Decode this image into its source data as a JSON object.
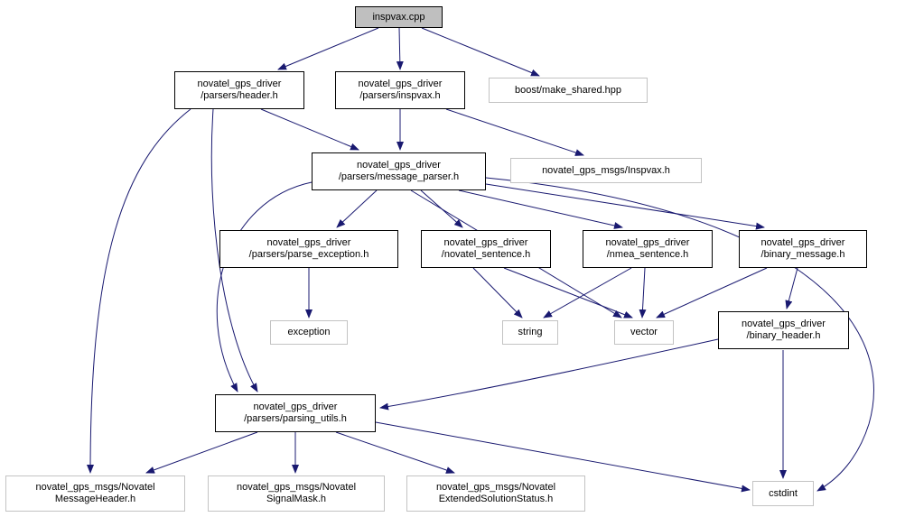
{
  "diagram": {
    "type": "include-dependency-graph",
    "root_file": "inspvax.cpp",
    "colors": {
      "edge": "#191970",
      "root_fill": "#bfbfbf",
      "internal_border": "#000000",
      "external_border": "#c3c3c3",
      "background": "#ffffff"
    },
    "nodes": [
      {
        "id": "inspvax-cpp",
        "kind": "root",
        "lines": [
          "inspvax.cpp"
        ]
      },
      {
        "id": "parsers-header-h",
        "kind": "internal",
        "lines": [
          "novatel_gps_driver",
          "/parsers/header.h"
        ]
      },
      {
        "id": "parsers-inspvax-h",
        "kind": "internal",
        "lines": [
          "novatel_gps_driver",
          "/parsers/inspvax.h"
        ]
      },
      {
        "id": "boost-make-shared-hpp",
        "kind": "external",
        "lines": [
          "boost/make_shared.hpp"
        ]
      },
      {
        "id": "parsers-message-parser-h",
        "kind": "internal",
        "lines": [
          "novatel_gps_driver",
          "/parsers/message_parser.h"
        ]
      },
      {
        "id": "novatel-gps-msgs-inspvax-h",
        "kind": "external",
        "lines": [
          "novatel_gps_msgs/Inspvax.h"
        ]
      },
      {
        "id": "parsers-parse-exception-h",
        "kind": "internal",
        "lines": [
          "novatel_gps_driver",
          "/parsers/parse_exception.h"
        ]
      },
      {
        "id": "novatel-sentence-h",
        "kind": "internal",
        "lines": [
          "novatel_gps_driver",
          "/novatel_sentence.h"
        ]
      },
      {
        "id": "nmea-sentence-h",
        "kind": "internal",
        "lines": [
          "novatel_gps_driver",
          "/nmea_sentence.h"
        ]
      },
      {
        "id": "binary-message-h",
        "kind": "internal",
        "lines": [
          "novatel_gps_driver",
          "/binary_message.h"
        ]
      },
      {
        "id": "exception",
        "kind": "external",
        "lines": [
          "exception"
        ]
      },
      {
        "id": "string",
        "kind": "external",
        "lines": [
          "string"
        ]
      },
      {
        "id": "vector",
        "kind": "external",
        "lines": [
          "vector"
        ]
      },
      {
        "id": "binary-header-h",
        "kind": "internal",
        "lines": [
          "novatel_gps_driver",
          "/binary_header.h"
        ]
      },
      {
        "id": "parsers-parsing-utils-h",
        "kind": "internal",
        "lines": [
          "novatel_gps_driver",
          "/parsers/parsing_utils.h"
        ]
      },
      {
        "id": "novatel-message-header-h",
        "kind": "external",
        "lines": [
          "novatel_gps_msgs/Novatel",
          "MessageHeader.h"
        ]
      },
      {
        "id": "novatel-signal-mask-h",
        "kind": "external",
        "lines": [
          "novatel_gps_msgs/Novatel",
          "SignalMask.h"
        ]
      },
      {
        "id": "novatel-extended-solution-status-h",
        "kind": "external",
        "lines": [
          "novatel_gps_msgs/Novatel",
          "ExtendedSolutionStatus.h"
        ]
      },
      {
        "id": "cstdint",
        "kind": "external",
        "lines": [
          "cstdint"
        ]
      }
    ],
    "edges": [
      {
        "from": "inspvax-cpp",
        "to": "parsers-header-h"
      },
      {
        "from": "inspvax-cpp",
        "to": "parsers-inspvax-h"
      },
      {
        "from": "inspvax-cpp",
        "to": "boost-make-shared-hpp"
      },
      {
        "from": "parsers-header-h",
        "to": "parsers-message-parser-h"
      },
      {
        "from": "parsers-header-h",
        "to": "novatel-message-header-h"
      },
      {
        "from": "parsers-header-h",
        "to": "parsers-parsing-utils-h"
      },
      {
        "from": "parsers-inspvax-h",
        "to": "parsers-message-parser-h"
      },
      {
        "from": "parsers-inspvax-h",
        "to": "novatel-gps-msgs-inspvax-h"
      },
      {
        "from": "parsers-message-parser-h",
        "to": "parsers-parse-exception-h"
      },
      {
        "from": "parsers-message-parser-h",
        "to": "novatel-sentence-h"
      },
      {
        "from": "parsers-message-parser-h",
        "to": "nmea-sentence-h"
      },
      {
        "from": "parsers-message-parser-h",
        "to": "binary-message-h"
      },
      {
        "from": "parsers-message-parser-h",
        "to": "vector"
      },
      {
        "from": "parsers-message-parser-h",
        "to": "cstdint"
      },
      {
        "from": "parsers-message-parser-h",
        "to": "parsers-parsing-utils-h"
      },
      {
        "from": "parsers-parse-exception-h",
        "to": "exception"
      },
      {
        "from": "novatel-sentence-h",
        "to": "string"
      },
      {
        "from": "novatel-sentence-h",
        "to": "vector"
      },
      {
        "from": "nmea-sentence-h",
        "to": "string"
      },
      {
        "from": "nmea-sentence-h",
        "to": "vector"
      },
      {
        "from": "binary-message-h",
        "to": "binary-header-h"
      },
      {
        "from": "binary-message-h",
        "to": "vector"
      },
      {
        "from": "binary-header-h",
        "to": "cstdint"
      },
      {
        "from": "binary-header-h",
        "to": "parsers-parsing-utils-h"
      },
      {
        "from": "parsers-parsing-utils-h",
        "to": "novatel-message-header-h"
      },
      {
        "from": "parsers-parsing-utils-h",
        "to": "novatel-signal-mask-h"
      },
      {
        "from": "parsers-parsing-utils-h",
        "to": "novatel-extended-solution-status-h"
      },
      {
        "from": "parsers-parsing-utils-h",
        "to": "cstdint"
      }
    ]
  }
}
